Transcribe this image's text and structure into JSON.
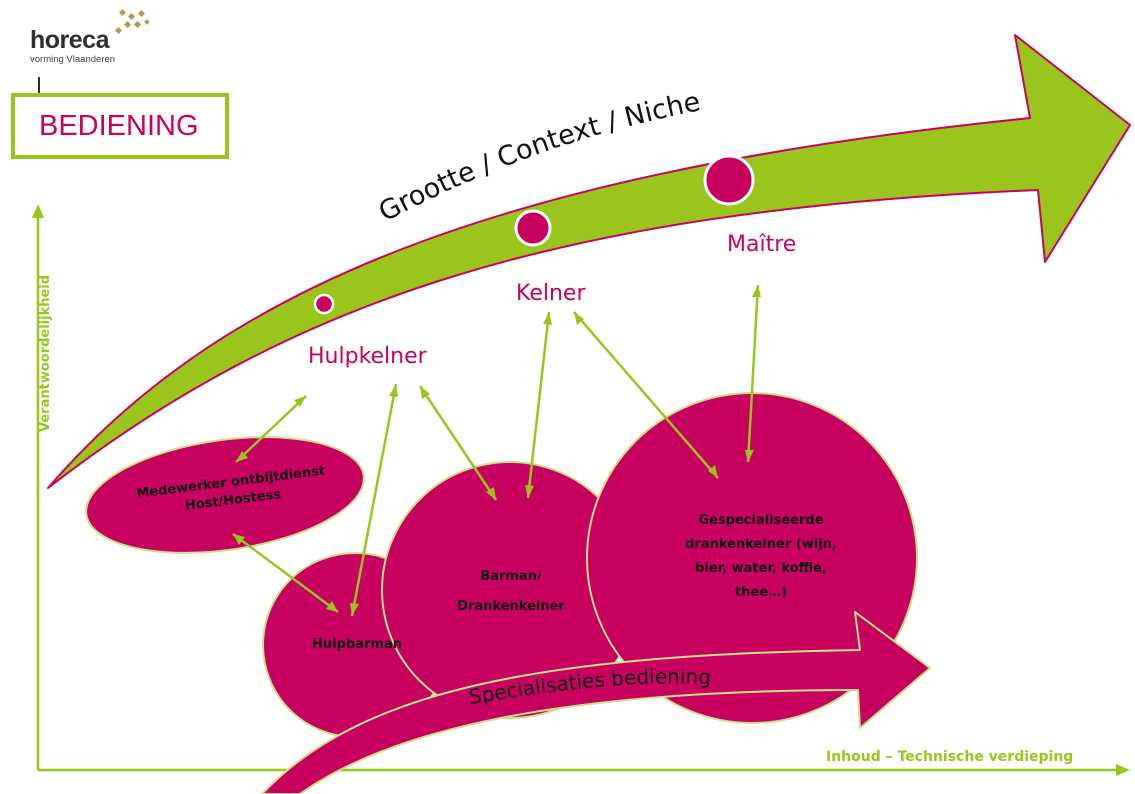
{
  "logo": {
    "word": "horeca",
    "subtitle": "vorming Vlaanderen"
  },
  "header": {
    "title": "BEDIENING"
  },
  "axes": {
    "y_label": "Verantwoordelijkheid",
    "x_label": "Inhoud – Technische verdieping"
  },
  "main_arrow": {
    "label": "Grootte / Context / Niche"
  },
  "levels": [
    {
      "name": "Hulpkelner"
    },
    {
      "name": "Kelner"
    },
    {
      "name": "Maître"
    }
  ],
  "specialisations": {
    "breakfast": [
      "Medewerker ontbijtdienst",
      "Host/Hostess"
    ],
    "hulpbarman": [
      "Hulpbarman"
    ],
    "barman": [
      "Barman/",
      "Drankenkelner"
    ],
    "drinks": [
      "Gespecialiseerde",
      "drankenkelner (wijn,",
      "bier, water, koffie,",
      "thee…)"
    ]
  },
  "bottom_arrow": {
    "label": "Specialisaties bediening"
  },
  "colors": {
    "green": "#99c51c",
    "magenta": "#c8005f",
    "gold": "#b39a4c",
    "dark": "#2e2e2e"
  }
}
